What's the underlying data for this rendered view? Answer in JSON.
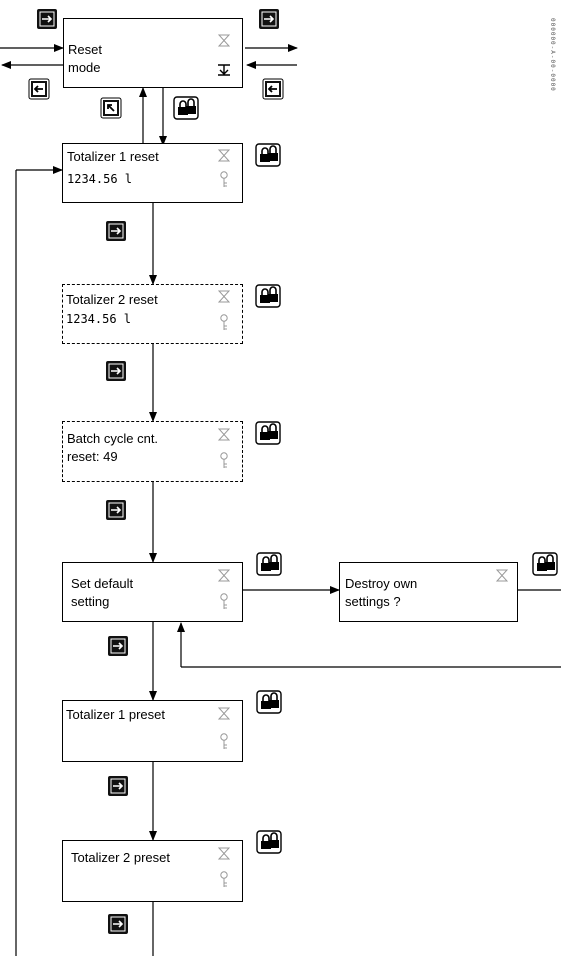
{
  "diagram": {
    "margin_code": "000000-A-00-0000",
    "boxes": [
      {
        "id": "reset-mode",
        "line1": "Reset",
        "line2": "mode"
      },
      {
        "id": "totalizer-1-reset",
        "line1": "Totalizer 1 reset",
        "line2": "1234.56  l"
      },
      {
        "id": "totalizer-2-reset",
        "line1": "Totalizer 2 reset",
        "line2": "1234.56  l"
      },
      {
        "id": "batch-cycle-reset",
        "line1": "Batch cycle cnt.",
        "line2": "reset:   49"
      },
      {
        "id": "set-default-setting",
        "line1": "Set default",
        "line2": "setting"
      },
      {
        "id": "destroy-own-settings",
        "line1": "Destroy own",
        "line2": "settings ?"
      },
      {
        "id": "totalizer-1-preset",
        "line1": "Totalizer 1 preset",
        "line2": ""
      },
      {
        "id": "totalizer-2-preset",
        "line1": "Totalizer 2 preset",
        "line2": ""
      }
    ],
    "icons": {
      "next": "next-key-icon",
      "prev": "prev-key-icon",
      "esc": "escape-key-icon",
      "lock": "padlock-icon",
      "timer": "hourglass-icon",
      "info": "key-symbol-icon",
      "down": "down-arrow-symbol-icon"
    }
  }
}
